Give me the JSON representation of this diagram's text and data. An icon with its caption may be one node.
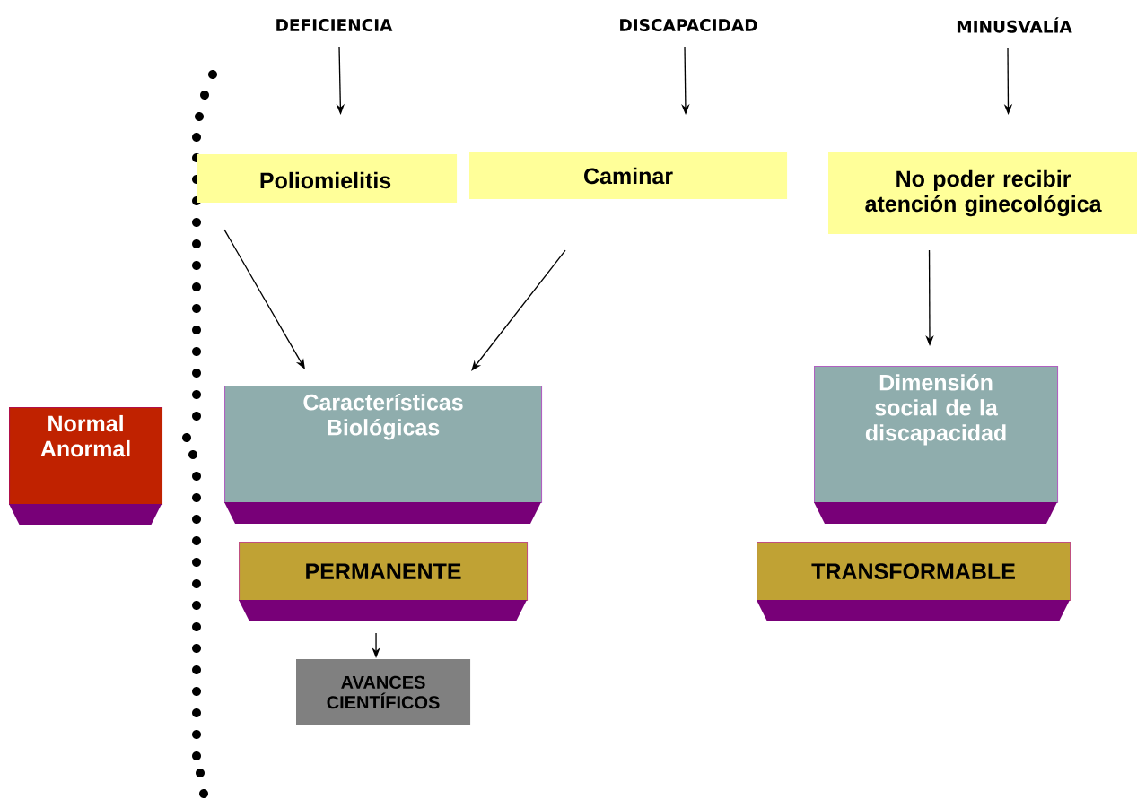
{
  "diagram": {
    "nodes": [
      {
        "text": [
          "DEFICIENCIA"
        ]
      },
      {
        "text": [
          "DISCAPACIDAD"
        ]
      },
      {
        "text": [
          "MINUSVALÍA"
        ]
      },
      {
        "text": [
          "Poliomielitis"
        ]
      },
      {
        "text": [
          "Caminar"
        ]
      },
      {
        "text": [
          "No poder recibir atención ginecológica"
        ]
      },
      {
        "text": [
          "Normal Anormal"
        ]
      },
      {
        "text": [
          "Características Biológicas"
        ]
      },
      {
        "text": [
          "Dimensión social de la discapacidad"
        ]
      },
      {
        "text": [
          "PERMANENTE"
        ]
      },
      {
        "text": [
          "TRANSFORMABLE"
        ]
      },
      {
        "text": [
          "AVANCES CIENTÍFICOS"
        ]
      }
    ],
    "edges": [
      {
        "from": 0,
        "to": 3,
        "arrow": "to"
      },
      {
        "from": 1,
        "to": 4,
        "arrow": "to"
      },
      {
        "from": 2,
        "to": 5,
        "arrow": "to"
      },
      {
        "from": 3,
        "to": 7,
        "arrow": "to"
      },
      {
        "from": 4,
        "to": 7,
        "arrow": "to"
      },
      {
        "from": 5,
        "to": 8,
        "arrow": "to"
      },
      {
        "from": 9,
        "to": 11,
        "arrow": "to"
      }
    ]
  }
}
